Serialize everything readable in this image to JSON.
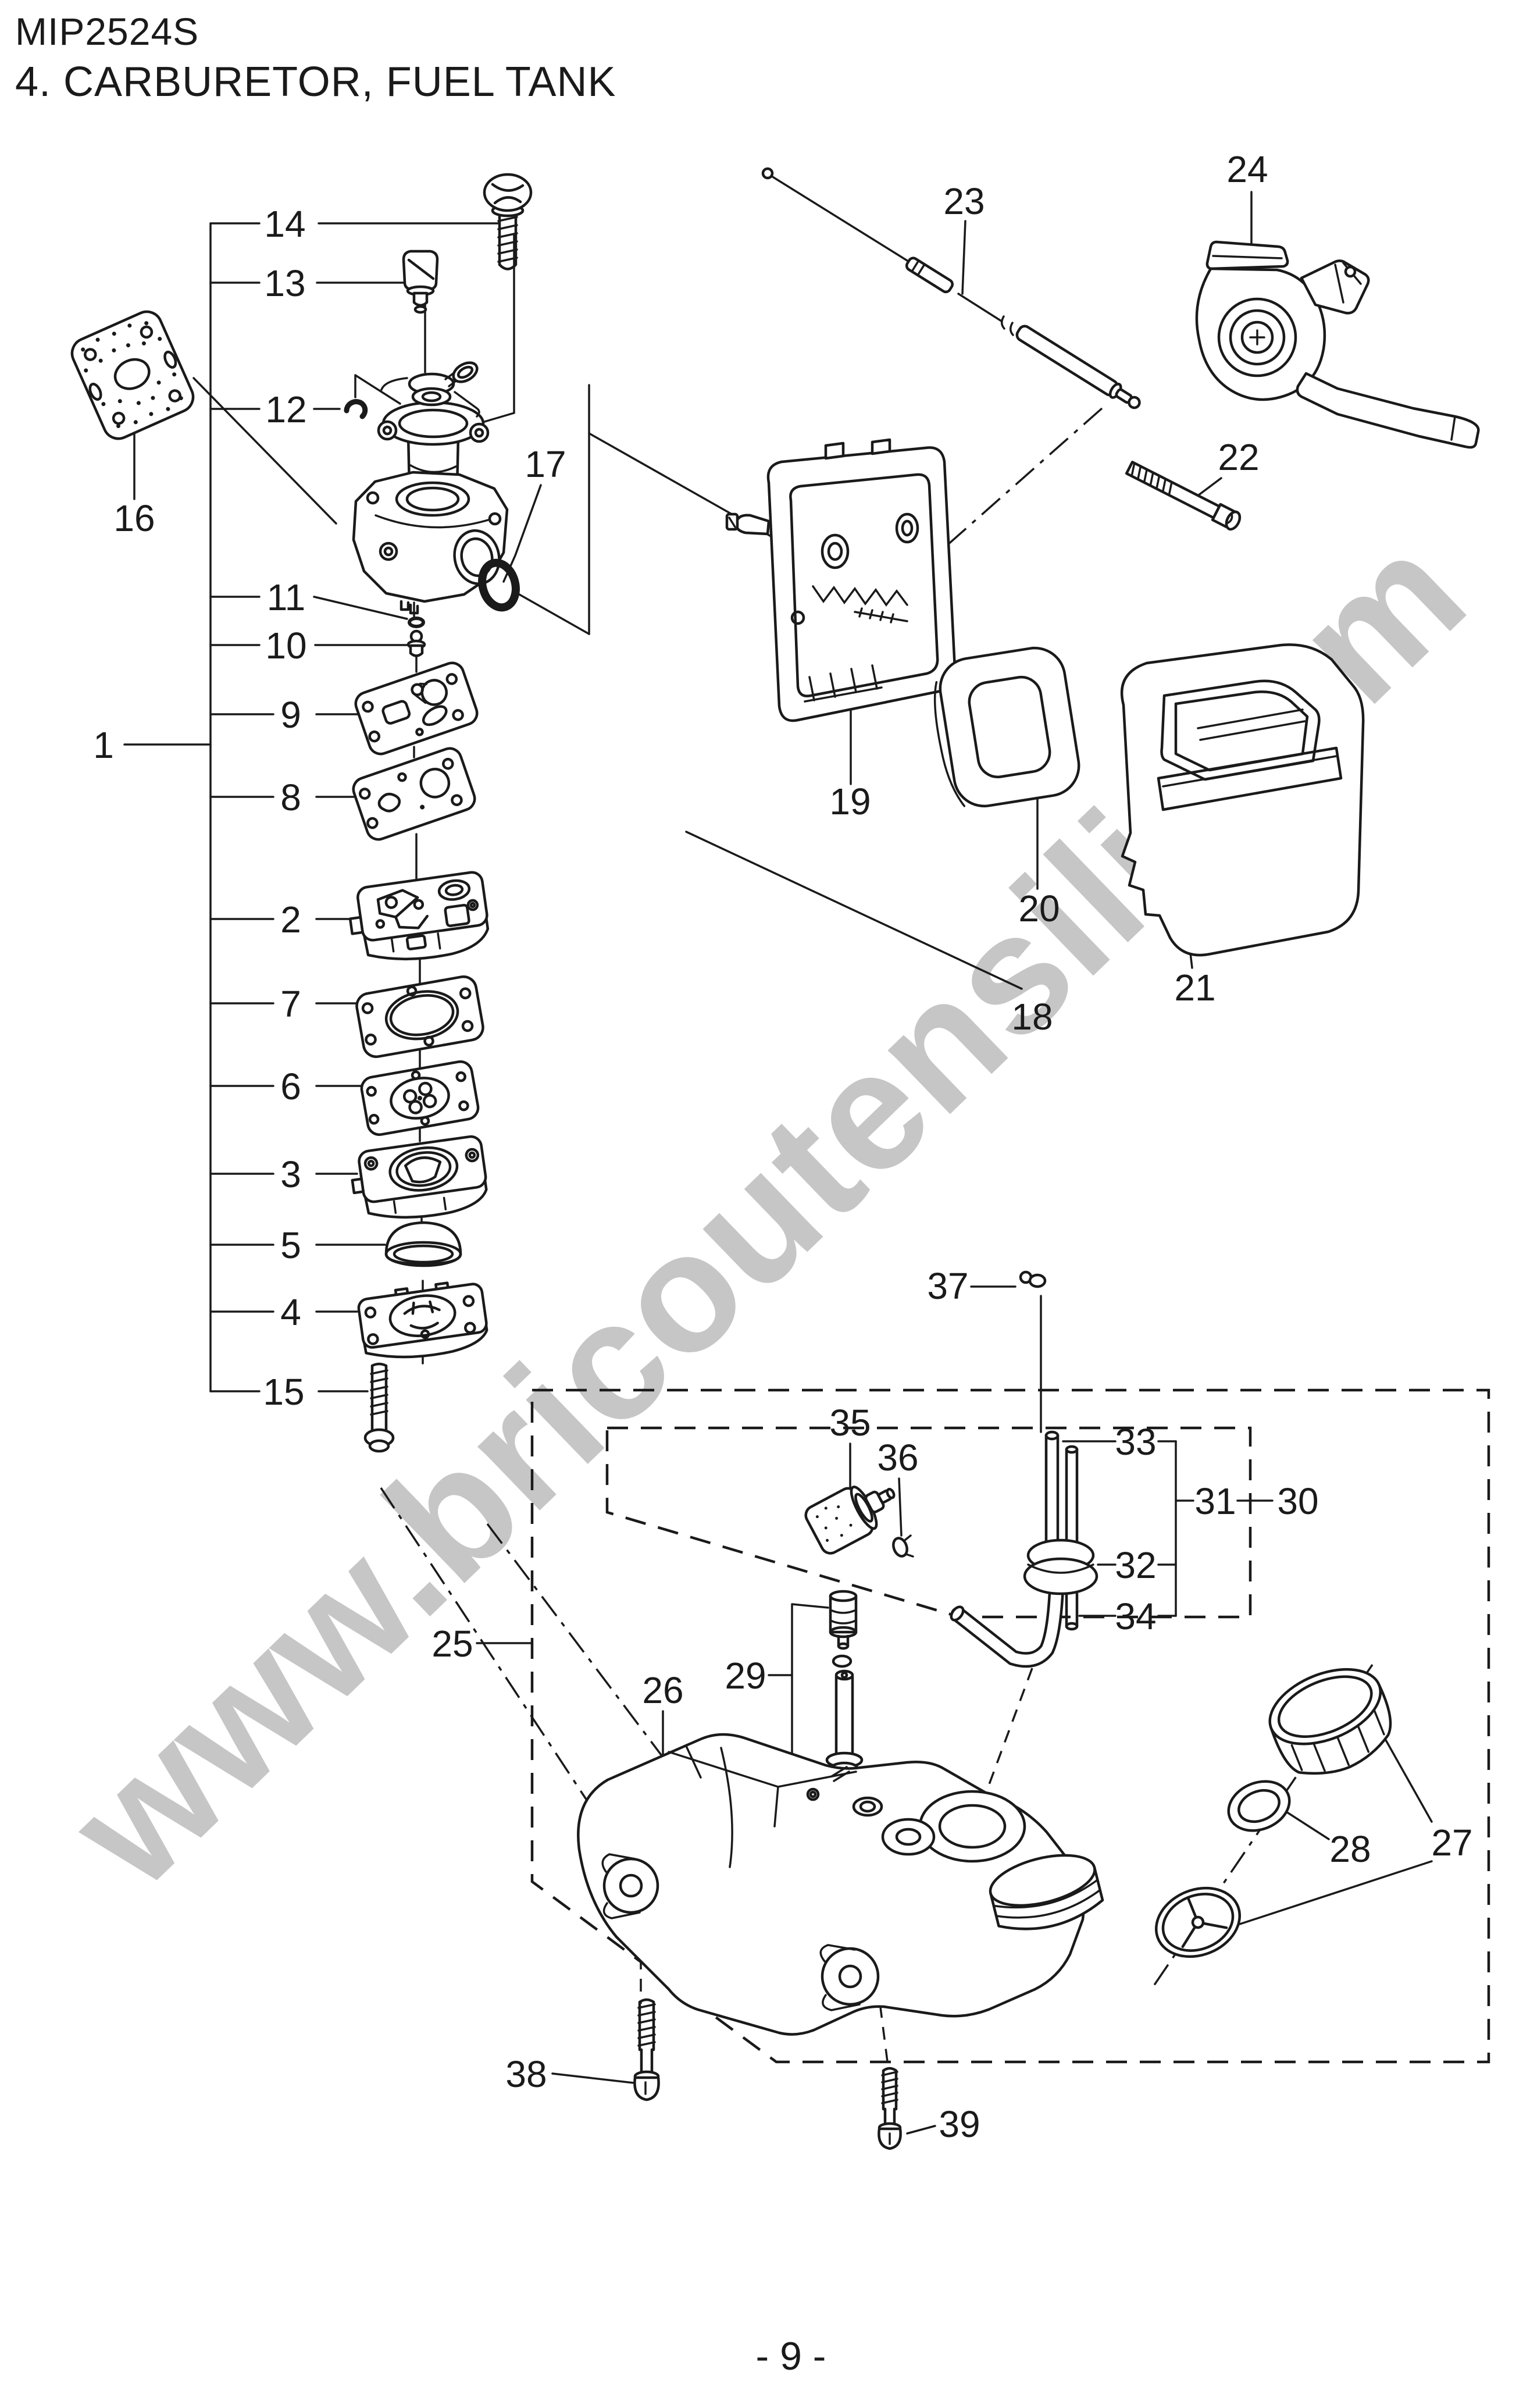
{
  "document": {
    "model": "MIP2524S",
    "section_title": "4. CARBURETOR, FUEL TANK",
    "page_number": "- 9 -"
  },
  "watermark": {
    "text": "www.bricoutensili.com",
    "color": "#c6c6c6"
  },
  "colors": {
    "line": "#1a1a1a",
    "background": "#ffffff",
    "watermark": "#c6c6c6"
  },
  "figure": {
    "type": "exploded-parts-diagram"
  },
  "callouts": [
    "1",
    "2",
    "3",
    "4",
    "5",
    "6",
    "7",
    "8",
    "9",
    "10",
    "11",
    "12",
    "13",
    "14",
    "15",
    "16",
    "17",
    "18",
    "19",
    "20",
    "21",
    "22",
    "23",
    "24",
    "25",
    "26",
    "27",
    "28",
    "29",
    "30",
    "31",
    "32",
    "33",
    "34",
    "35",
    "36",
    "37",
    "38",
    "39"
  ]
}
